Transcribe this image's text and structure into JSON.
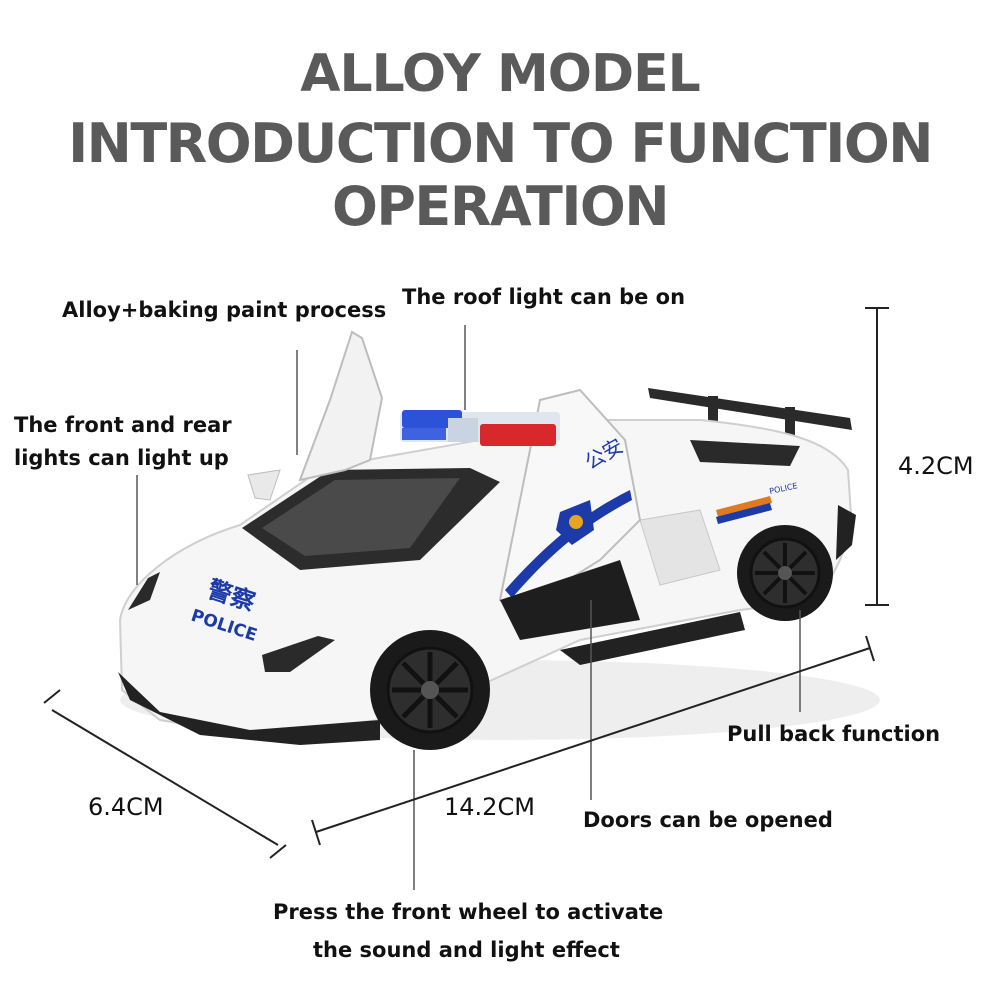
{
  "title": {
    "line1": "ALLOY MODEL",
    "line2": "INTRODUCTION TO FUNCTION OPERATION"
  },
  "callouts": {
    "alloy_paint": "Alloy+baking paint process",
    "roof_light": "The roof light can be on",
    "front_rear_lights_1": "The front and rear",
    "front_rear_lights_2": "lights can light up",
    "pull_back": "Pull back function",
    "doors": "Doors can be opened",
    "front_wheel_1": "Press the front wheel to activate",
    "front_wheel_2": "the sound and light effect"
  },
  "dimensions": {
    "height": "4.2CM",
    "width": "6.4CM",
    "length": "14.2CM"
  },
  "car": {
    "hood_text_cn": "警察",
    "hood_text_en": "POLICE",
    "door_text_cn": "公安",
    "side_text": "POLICE"
  },
  "colors": {
    "title_gray": "#5a5a5a",
    "body_white": "#f7f7f7",
    "police_blue": "#1c3aa8",
    "light_red": "#d8282c",
    "light_blue": "#2c52d8"
  }
}
